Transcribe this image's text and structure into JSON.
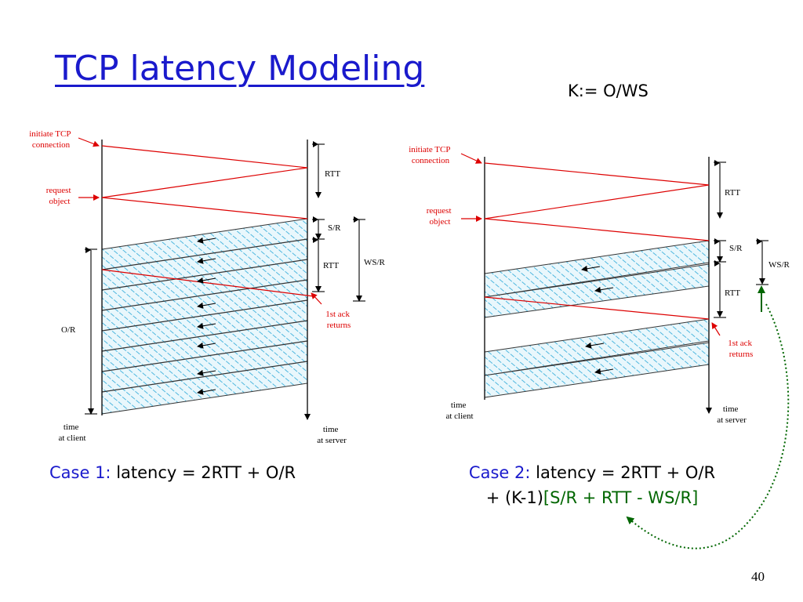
{
  "slide": {
    "title": "TCP latency Modeling",
    "k_definition": "K:= O/WS",
    "page_number": "40"
  },
  "left_diagram": {
    "initiate": [
      "initiate TCP",
      "connection"
    ],
    "request": [
      "request",
      "object"
    ],
    "rtt_top": "RTT",
    "s_r": "S/R",
    "rtt_mid": "RTT",
    "ws_r": "WS/R",
    "ack": [
      "1st ack",
      "returns"
    ],
    "o_r": "O/R",
    "time_client": [
      "time",
      "at client"
    ],
    "time_server": [
      "time",
      "at server"
    ]
  },
  "right_diagram": {
    "initiate": [
      "initiate TCP",
      "connection"
    ],
    "request": [
      "request",
      "object"
    ],
    "rtt_top": "RTT",
    "s_r": "S/R",
    "rtt_mid": "RTT",
    "ws_r": "WS/R",
    "ack": [
      "1st ack",
      "returns"
    ],
    "time_client": [
      "time",
      "at client"
    ],
    "time_server": [
      "time",
      "at server"
    ]
  },
  "case1": {
    "label": "Case 1:",
    "formula": " latency = 2RTT + O/R"
  },
  "case2": {
    "label": "Case 2:",
    "formula": " latency = 2RTT + O/R",
    "line2_prefix": "+ (K-1)",
    "line2_green": "[S/R + RTT - WS/R]"
  },
  "colors": {
    "title": "#1a1acc",
    "red_arrow": "#dd0000",
    "hatch": "#2aa8d8",
    "green": "#006600"
  }
}
